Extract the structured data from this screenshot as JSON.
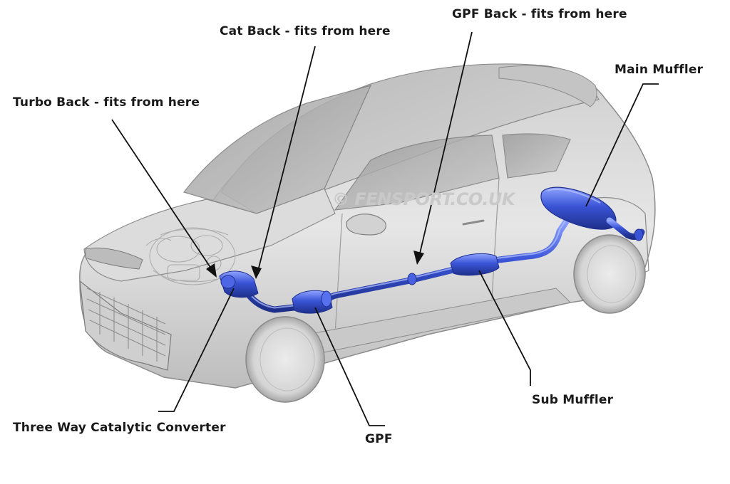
{
  "labels": {
    "turbo_back": "Turbo Back - fits from here",
    "cat_back": "Cat Back - fits from here",
    "gpf_back": "GPF Back - fits from here",
    "main_muffler": "Main Muffler",
    "three_way_cat": "Three Way Catalytic Converter",
    "gpf": "GPF",
    "sub_muffler": "Sub Muffler"
  },
  "watermark": "© FENSPORT.CO.UK",
  "colors": {
    "exhaust": "#3a54d6",
    "exhaust_highlight": "#8fa3ff",
    "car_body": "#d9d9d9",
    "car_shadow": "#b3b3b3",
    "leader_line": "#111111"
  }
}
